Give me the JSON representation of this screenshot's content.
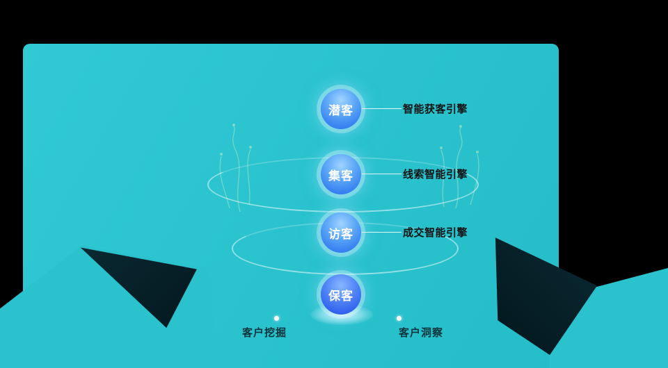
{
  "funnel": {
    "stages": [
      {
        "name": "潜客",
        "engine": "智能获客引擎"
      },
      {
        "name": "集客",
        "engine": "线索智能引擎"
      },
      {
        "name": "访客",
        "engine": "成交智能引擎"
      },
      {
        "name": "保客"
      }
    ]
  },
  "footer": {
    "items": [
      {
        "label": "客户挖掘"
      },
      {
        "label": "客户洞察"
      }
    ]
  },
  "colors": {
    "background": "#000000",
    "panel_teal": "#29c2cd",
    "circle_blue": "#3c86f2",
    "circle_blue_deep": "#2b55e0",
    "label_text": "#121212",
    "footer_text": "#0c343d",
    "ring_white": "#ffffff"
  }
}
